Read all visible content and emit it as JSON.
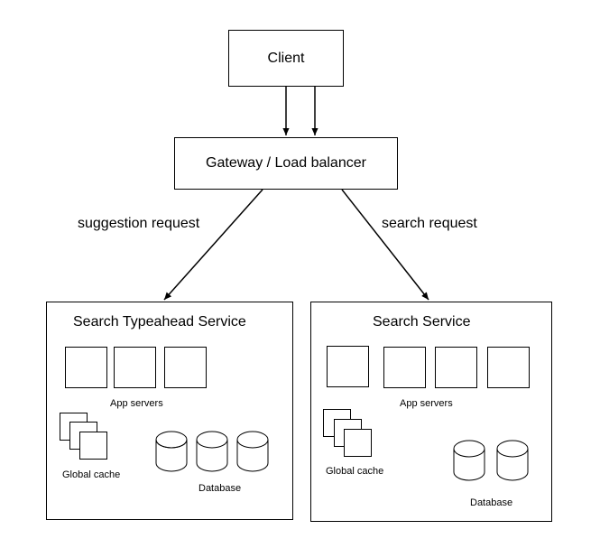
{
  "nodes": {
    "client": "Client",
    "gateway": "Gateway / Load balancer",
    "typeahead": {
      "title": "Search Typeahead Service",
      "app_servers": "App servers",
      "global_cache": "Global cache",
      "database": "Database"
    },
    "search": {
      "title": "Search Service",
      "app_servers": "App servers",
      "global_cache": "Global cache",
      "database": "Database"
    }
  },
  "edges": {
    "suggestion_request": "suggestion request",
    "search_request": "search request"
  }
}
